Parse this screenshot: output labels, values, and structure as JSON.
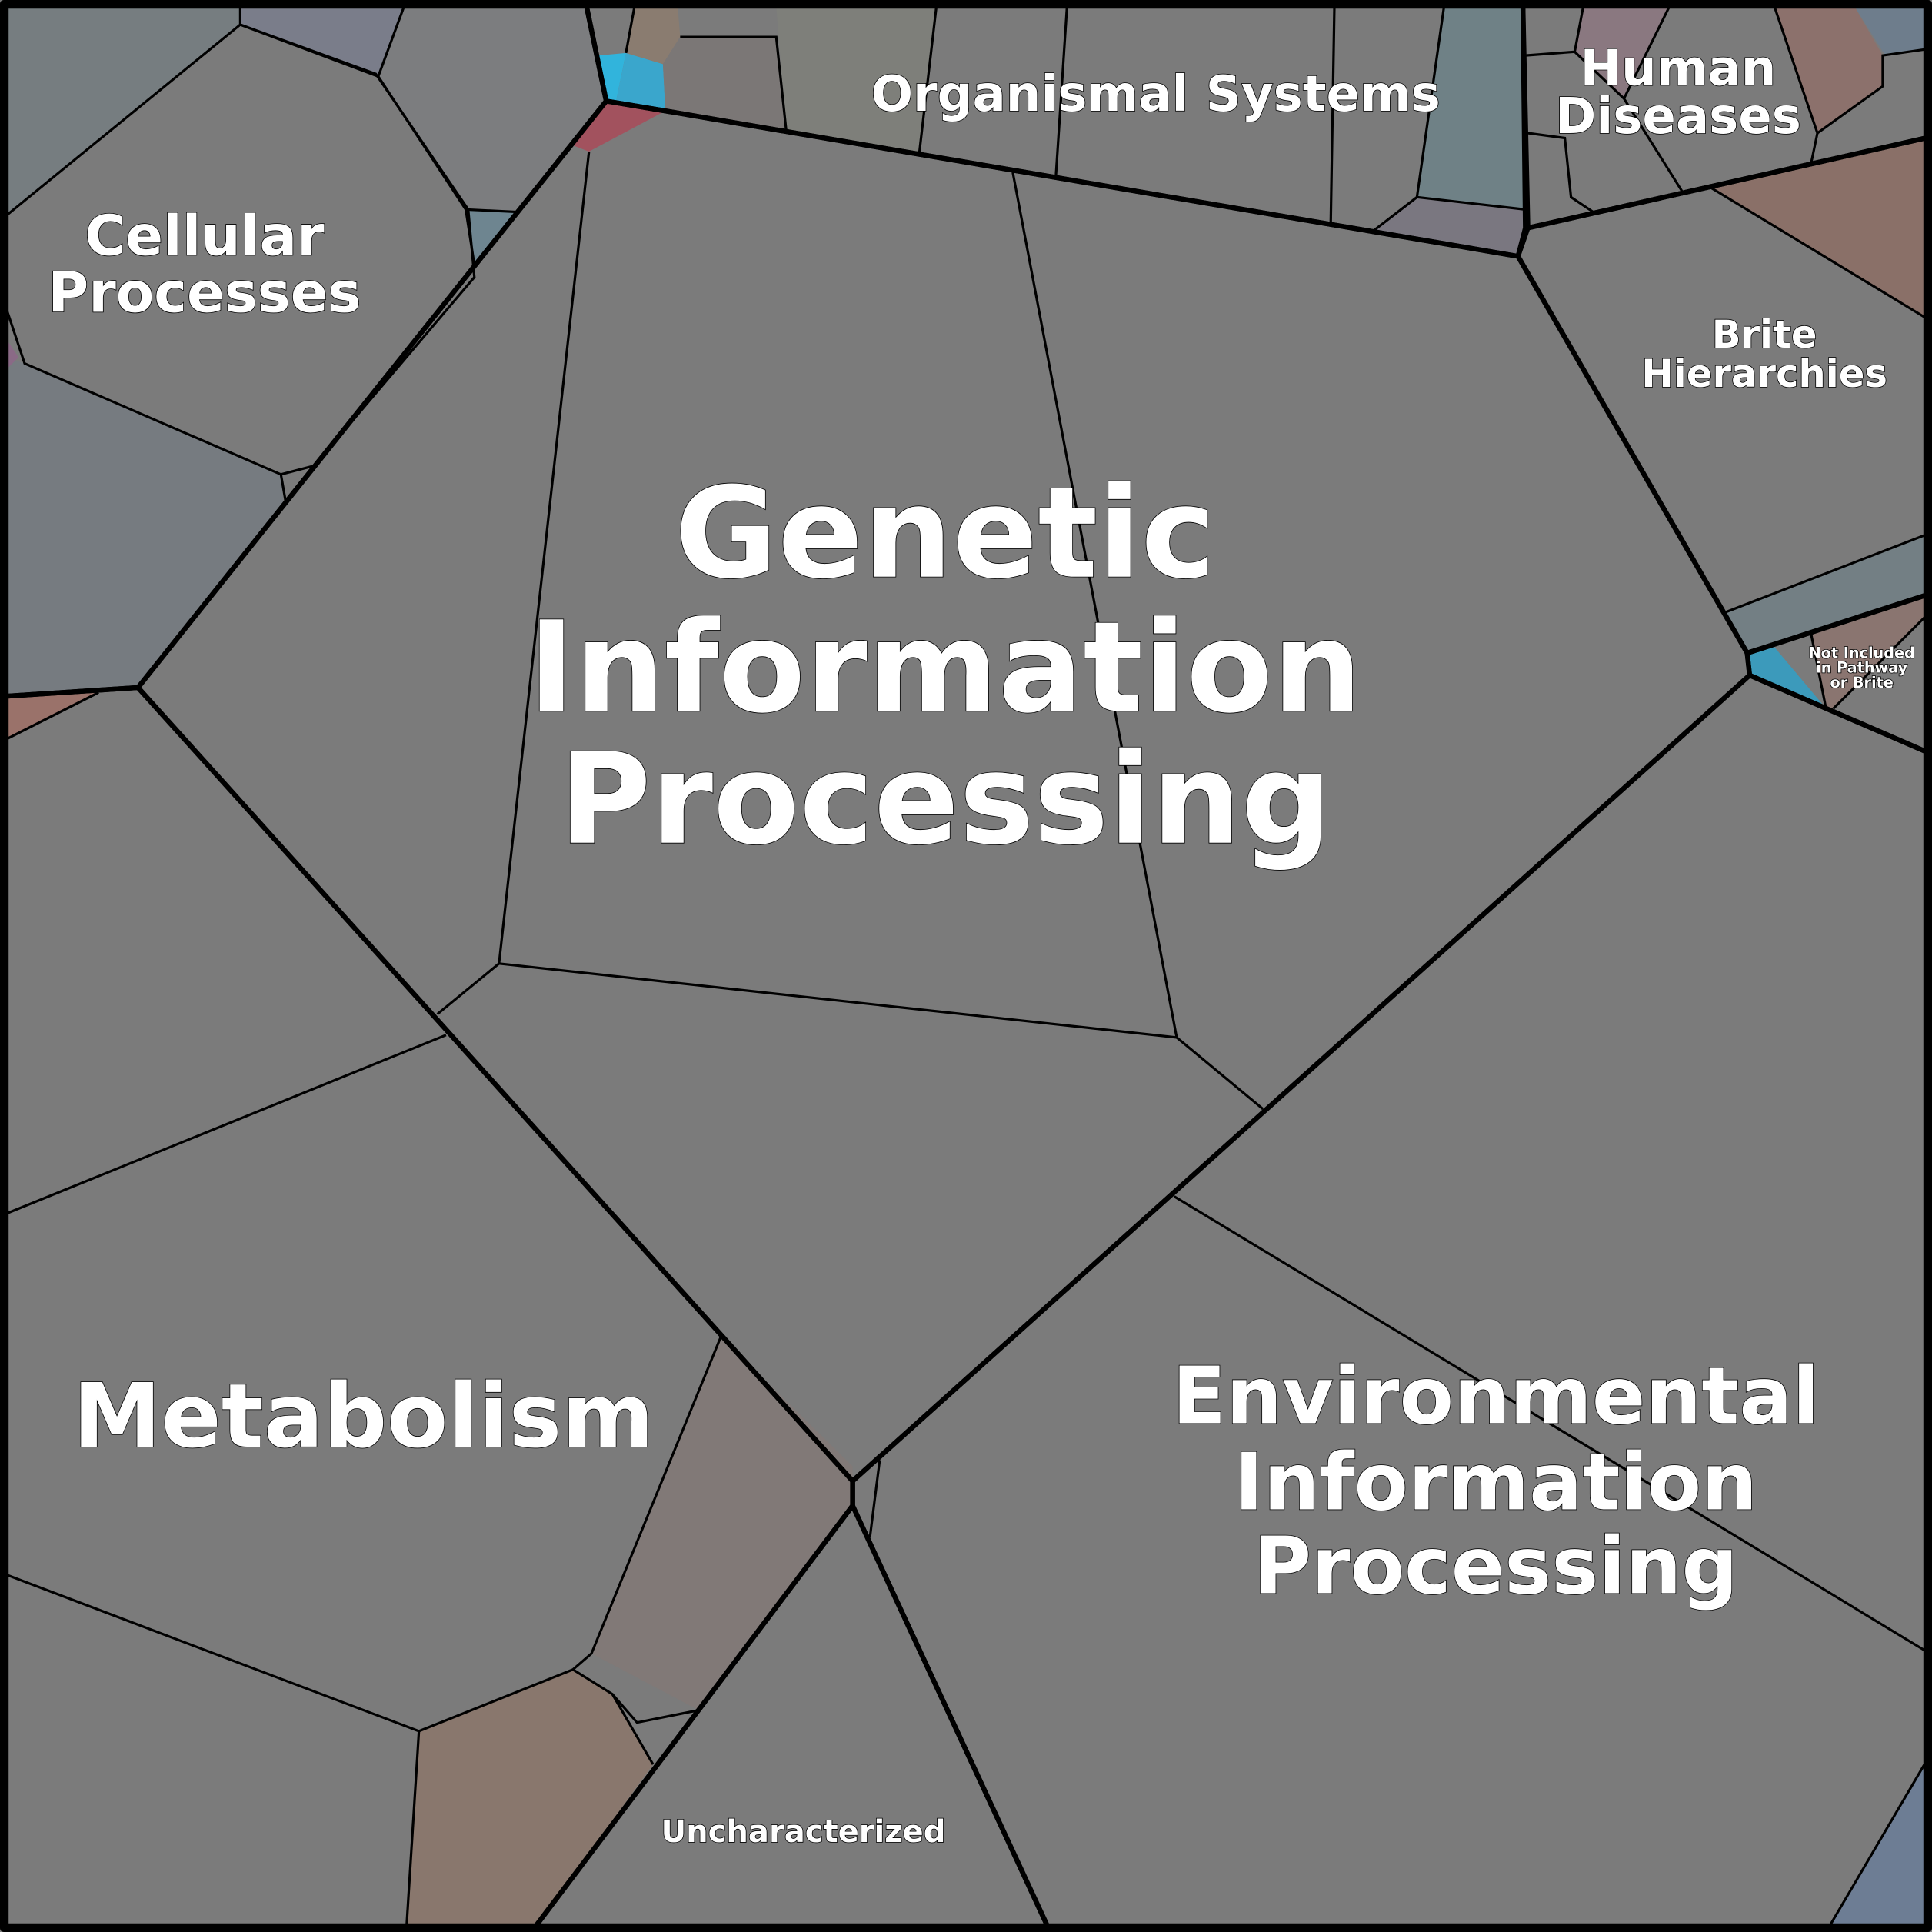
{
  "title": "KEGG functional categories Voronoi treemap",
  "categories": [
    {
      "id": "genetic",
      "label_lines": [
        "Genetic",
        "Information",
        "Processing"
      ],
      "color": "#7a7c7c"
    },
    {
      "id": "organismal",
      "label_lines": [
        "Organismal Systems"
      ],
      "color": "#7d7d7b"
    },
    {
      "id": "human",
      "label_lines": [
        "Human",
        "Diseases"
      ],
      "color": "#7b7b7d"
    },
    {
      "id": "brite",
      "label_lines": [
        "Brite",
        "Hierarchies"
      ],
      "color": "#7b7c7c"
    },
    {
      "id": "notincluded",
      "label_lines": [
        "Not Included",
        "in Pathway",
        "or Brite"
      ],
      "color": "#84807a"
    },
    {
      "id": "environmental",
      "label_lines": [
        "Environmental",
        "Information",
        "Processing"
      ],
      "color": "#7d7b7d"
    },
    {
      "id": "uncharacterized",
      "label_lines": [
        "Uncharacterized"
      ],
      "color": "#7a7a7a"
    },
    {
      "id": "metabolism",
      "label_lines": [
        "Metabolism"
      ],
      "color": "#7c7a76"
    },
    {
      "id": "cellular",
      "label_lines": [
        "Cellular",
        "Processes"
      ],
      "color": "#7b7b7b"
    }
  ]
}
